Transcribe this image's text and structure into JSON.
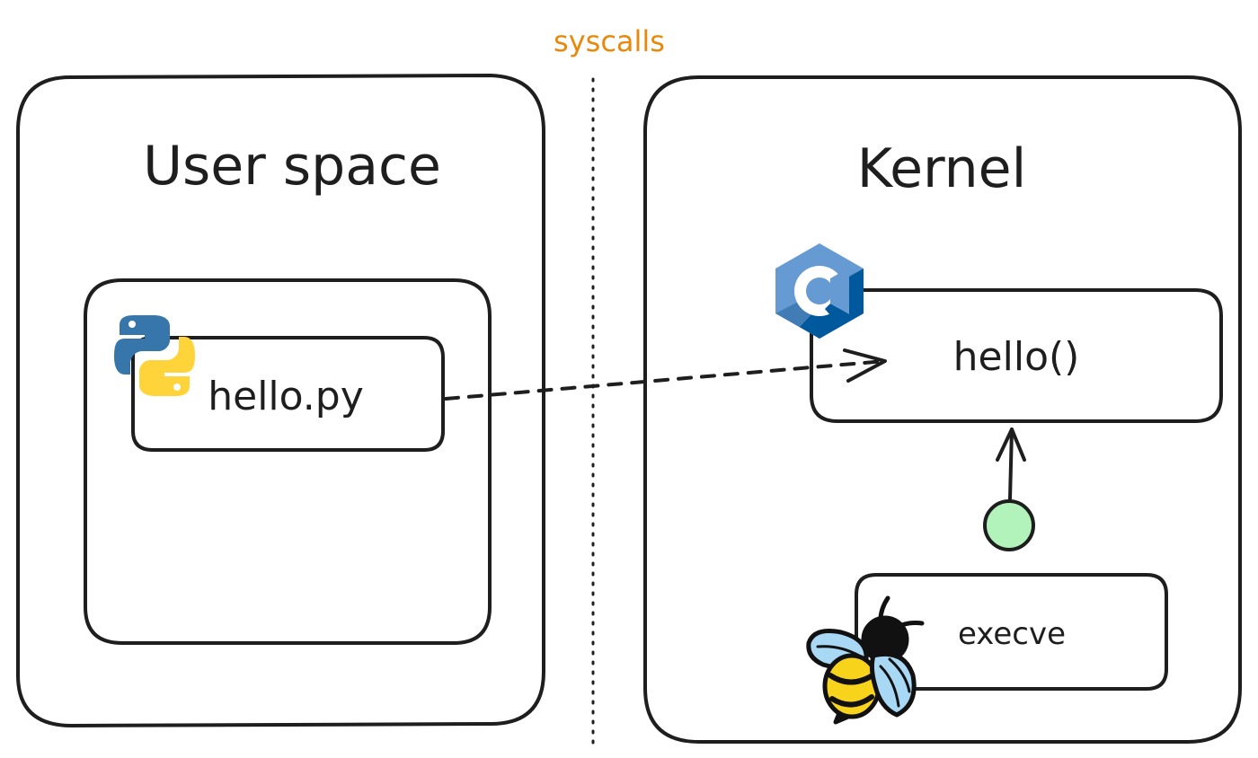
{
  "diagram": {
    "divider_label": "syscalls",
    "user_space": {
      "title": "User space",
      "file_label": "hello.py",
      "file_icon": "python-logo-icon"
    },
    "kernel": {
      "title": "Kernel",
      "function_label": "hello()",
      "function_icon": "c-language-logo-icon",
      "hook_label": "execve",
      "hook_icon": "ebpf-bee-logo-icon"
    },
    "colors": {
      "stroke": "#1e1e1e",
      "accent_label": "#e8890c",
      "hook_dot_fill": "#b2f2bb",
      "python_blue": "#3776ab",
      "python_yellow": "#ffd43b",
      "c_light": "#659ad2",
      "c_dark": "#00599c",
      "bee_yellow": "#f8d31c",
      "bee_wing": "#a9d8f5"
    }
  }
}
